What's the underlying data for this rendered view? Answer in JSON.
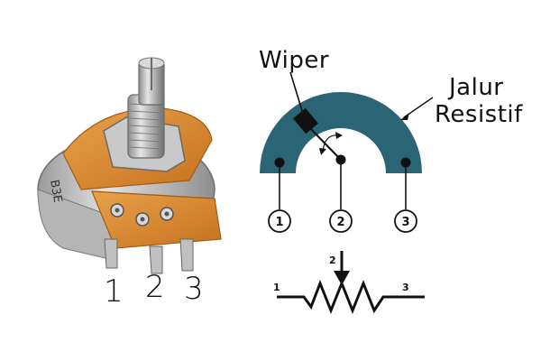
{
  "photo": {
    "pins": [
      "1",
      "2",
      "3"
    ],
    "body_text": "B3E"
  },
  "diagram": {
    "wiper_label": "Wiper",
    "track_label_line1": "Jalur",
    "track_label_line2": "Resistif",
    "terminals": [
      "1",
      "2",
      "3"
    ],
    "track_color": "#2a6475"
  },
  "symbol": {
    "left_label": "1",
    "wiper_label": "2",
    "right_label": "3"
  }
}
